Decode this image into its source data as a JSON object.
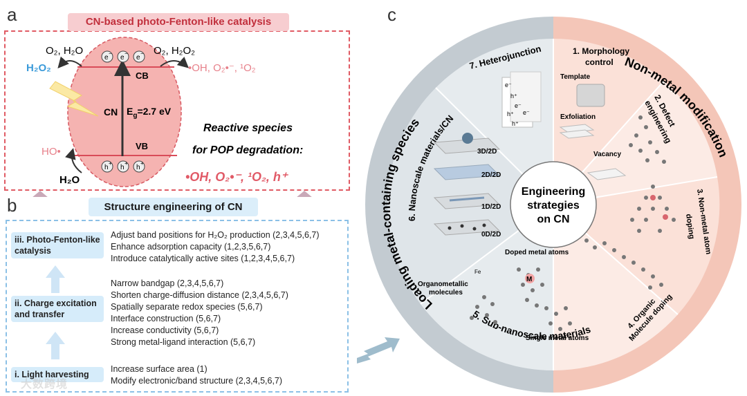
{
  "panels": {
    "a": {
      "letter": "a",
      "title": "CN-based photo-Fenton-like catalysis",
      "cb": "CB",
      "vb": "VB",
      "cn": "CN",
      "eg": "E",
      "eg_sub": "g",
      "eg_value": "=2.7 eV",
      "electron": "e",
      "hole": "h",
      "top_left_reactants": "O₂, H₂O",
      "top_left_product": "H₂O₂",
      "top_right_reactants": "O₂, H₂O₂",
      "top_right_product": "•OH, O₂•⁻, ¹O₂",
      "bottom_left_product": "HO•",
      "bottom_left_reactant": "H₂O",
      "reactive_title_1": "Reactive species",
      "reactive_title_2": "for POP degradation:",
      "reactive_species": "•OH, O₂•⁻, ¹O₂, h⁺"
    },
    "b": {
      "letter": "b",
      "title": "Structure engineering of CN",
      "stages": [
        {
          "label": "iii. Photo-Fenton-like catalysis",
          "items": [
            "Adjust band positions for H₂O₂ production (2,3,4,5,6,7)",
            "Enhance adsorption capacity (1,2,3,5,6,7)",
            "Introduce catalytically active sites (1,2,3,4,5,6,7)"
          ]
        },
        {
          "label": "ii. Charge excitation and transfer",
          "items": [
            "Narrow bandgap (2,3,4,5,6,7)",
            "Shorten charge-diffusion distance (2,3,4,5,6,7)",
            "Spatially separate redox species (5,6,7)",
            "Interface construction (5,6,7)",
            "Increase conductivity (5,6,7)",
            "Strong metal-ligand interaction (5,6,7)"
          ]
        },
        {
          "label": "i. Light harvesting",
          "items": [
            "Increase surface area (1)",
            "Modify electronic/band structure (2,3,4,5,6,7)"
          ]
        }
      ]
    },
    "c": {
      "letter": "c",
      "center": [
        "Engineering",
        "strategies",
        "on CN"
      ],
      "left_ring": "Loading metal-containing species",
      "right_ring": "Non-metal modification",
      "sectors": {
        "morphology": [
          "1. Morphology",
          "control"
        ],
        "morph_template": "Template",
        "morph_exfoliation": "Exfoliation",
        "defect": [
          "2. Defect",
          "engineering"
        ],
        "defect_vacancy": "Vacancy",
        "nonmetal": [
          "3. Non-metal atom",
          "doping"
        ],
        "organic": [
          "4. Organic",
          "Molecule doping"
        ],
        "subnano": "5. Sub-nanoscale materials",
        "subnano_doped": "Doped metal atoms",
        "subnano_organo": [
          "Organometallic",
          "molecules"
        ],
        "subnano_single": "Single metal atoms",
        "subnano_m": "M",
        "subnano_fe": "Fe",
        "nano": "6. Nanoscale materials/CN",
        "nano_levels": [
          "3D/2D",
          "2D/2D",
          "1D/2D",
          "0D/2D"
        ],
        "hetero": "7. Heterojunction",
        "hetero_charges": [
          "e⁻",
          "h⁺",
          "e⁻",
          "h⁺",
          "e⁻",
          "h⁺"
        ]
      }
    }
  },
  "watermark": "大数跨境",
  "colors": {
    "red": "#e15a67",
    "pink": "#f6b4b3",
    "blue": "#b9dcf4",
    "ring_left": "#c3cbd1",
    "ring_right": "#f5c9bb"
  }
}
